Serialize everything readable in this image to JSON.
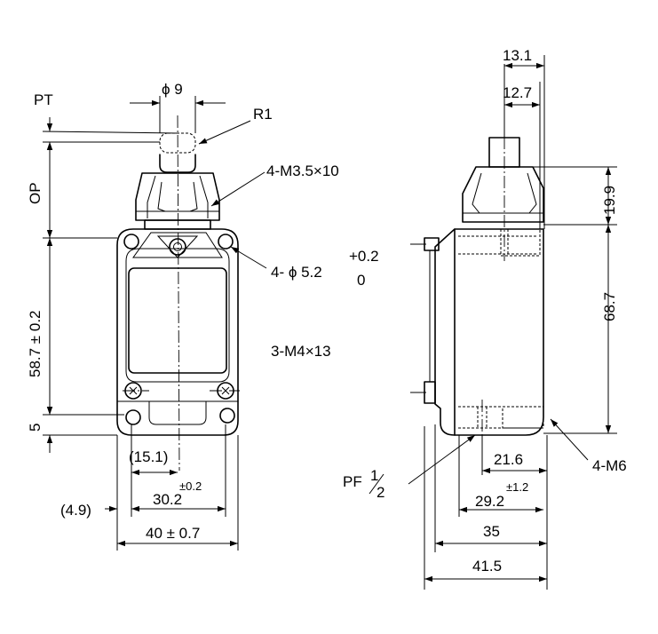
{
  "labels": {
    "pt": "PT",
    "op": "OP",
    "phi9": "ϕ 9",
    "r1": "R1",
    "screws_m35": "4-M3.5×10",
    "holes_phi52": "4- ϕ 5.2",
    "tol_plus": "+0.2",
    "tol_zero": "0",
    "screws_m4": "3-M4×13",
    "height_main": "58.7 ± 0.2",
    "height_small": "5",
    "dim_15_1": "(15.1)",
    "dim_30_2": "30.2",
    "tol_0_2": "±0.2",
    "dim_4_9": "(4.9)",
    "dim_40": "40 ± 0.7",
    "dim_13_1": "13.1",
    "dim_12_7": "12.7",
    "dim_19_9": "19.9",
    "dim_68_7": "68.7",
    "pf_label": "PF",
    "pf_frac_num": "1",
    "pf_frac_den": "2",
    "dim_21_6": "21.6",
    "dim_29_2": "29.2",
    "tol_1_2": "±1.2",
    "dim_35": "35",
    "dim_41_5": "41.5",
    "m6": "4-M6"
  }
}
